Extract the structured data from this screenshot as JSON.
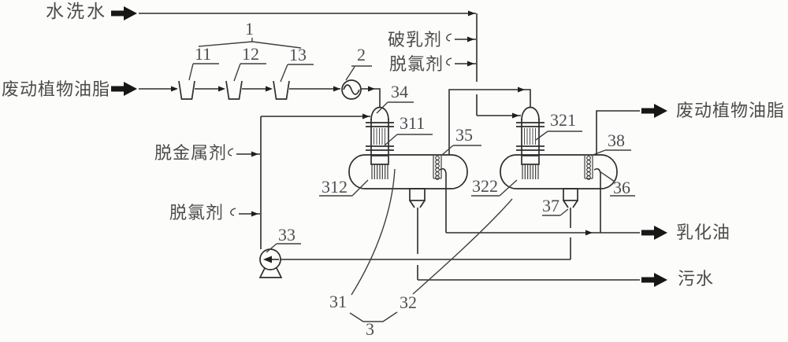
{
  "figure_type": "process-flow-diagram",
  "colors": {
    "background": "#fcfcfb",
    "line": "#2d2d2d",
    "text": "#4c4c4c",
    "arrow_fill": "#171717"
  },
  "texts": {
    "wash_water": "水洗水",
    "feed_oil": "废动植物油脂",
    "demulsifier": "破乳剂",
    "dechlor_top": "脱氯剂",
    "demetal": "脱金属剂",
    "dechlor_left": "脱氯剂",
    "oil_out": "废动植物油脂",
    "emulsified_oil": "乳化油",
    "wastewater": "污水"
  },
  "refs": {
    "n1": "1",
    "n11": "11",
    "n12": "12",
    "n13": "13",
    "n2": "2",
    "n34": "34",
    "n311": "311",
    "n35": "35",
    "n312": "312",
    "n321": "321",
    "n322": "322",
    "n38": "38",
    "n36": "36",
    "n37": "37",
    "n33": "33",
    "n31": "31",
    "n32": "32",
    "n3": "3"
  }
}
